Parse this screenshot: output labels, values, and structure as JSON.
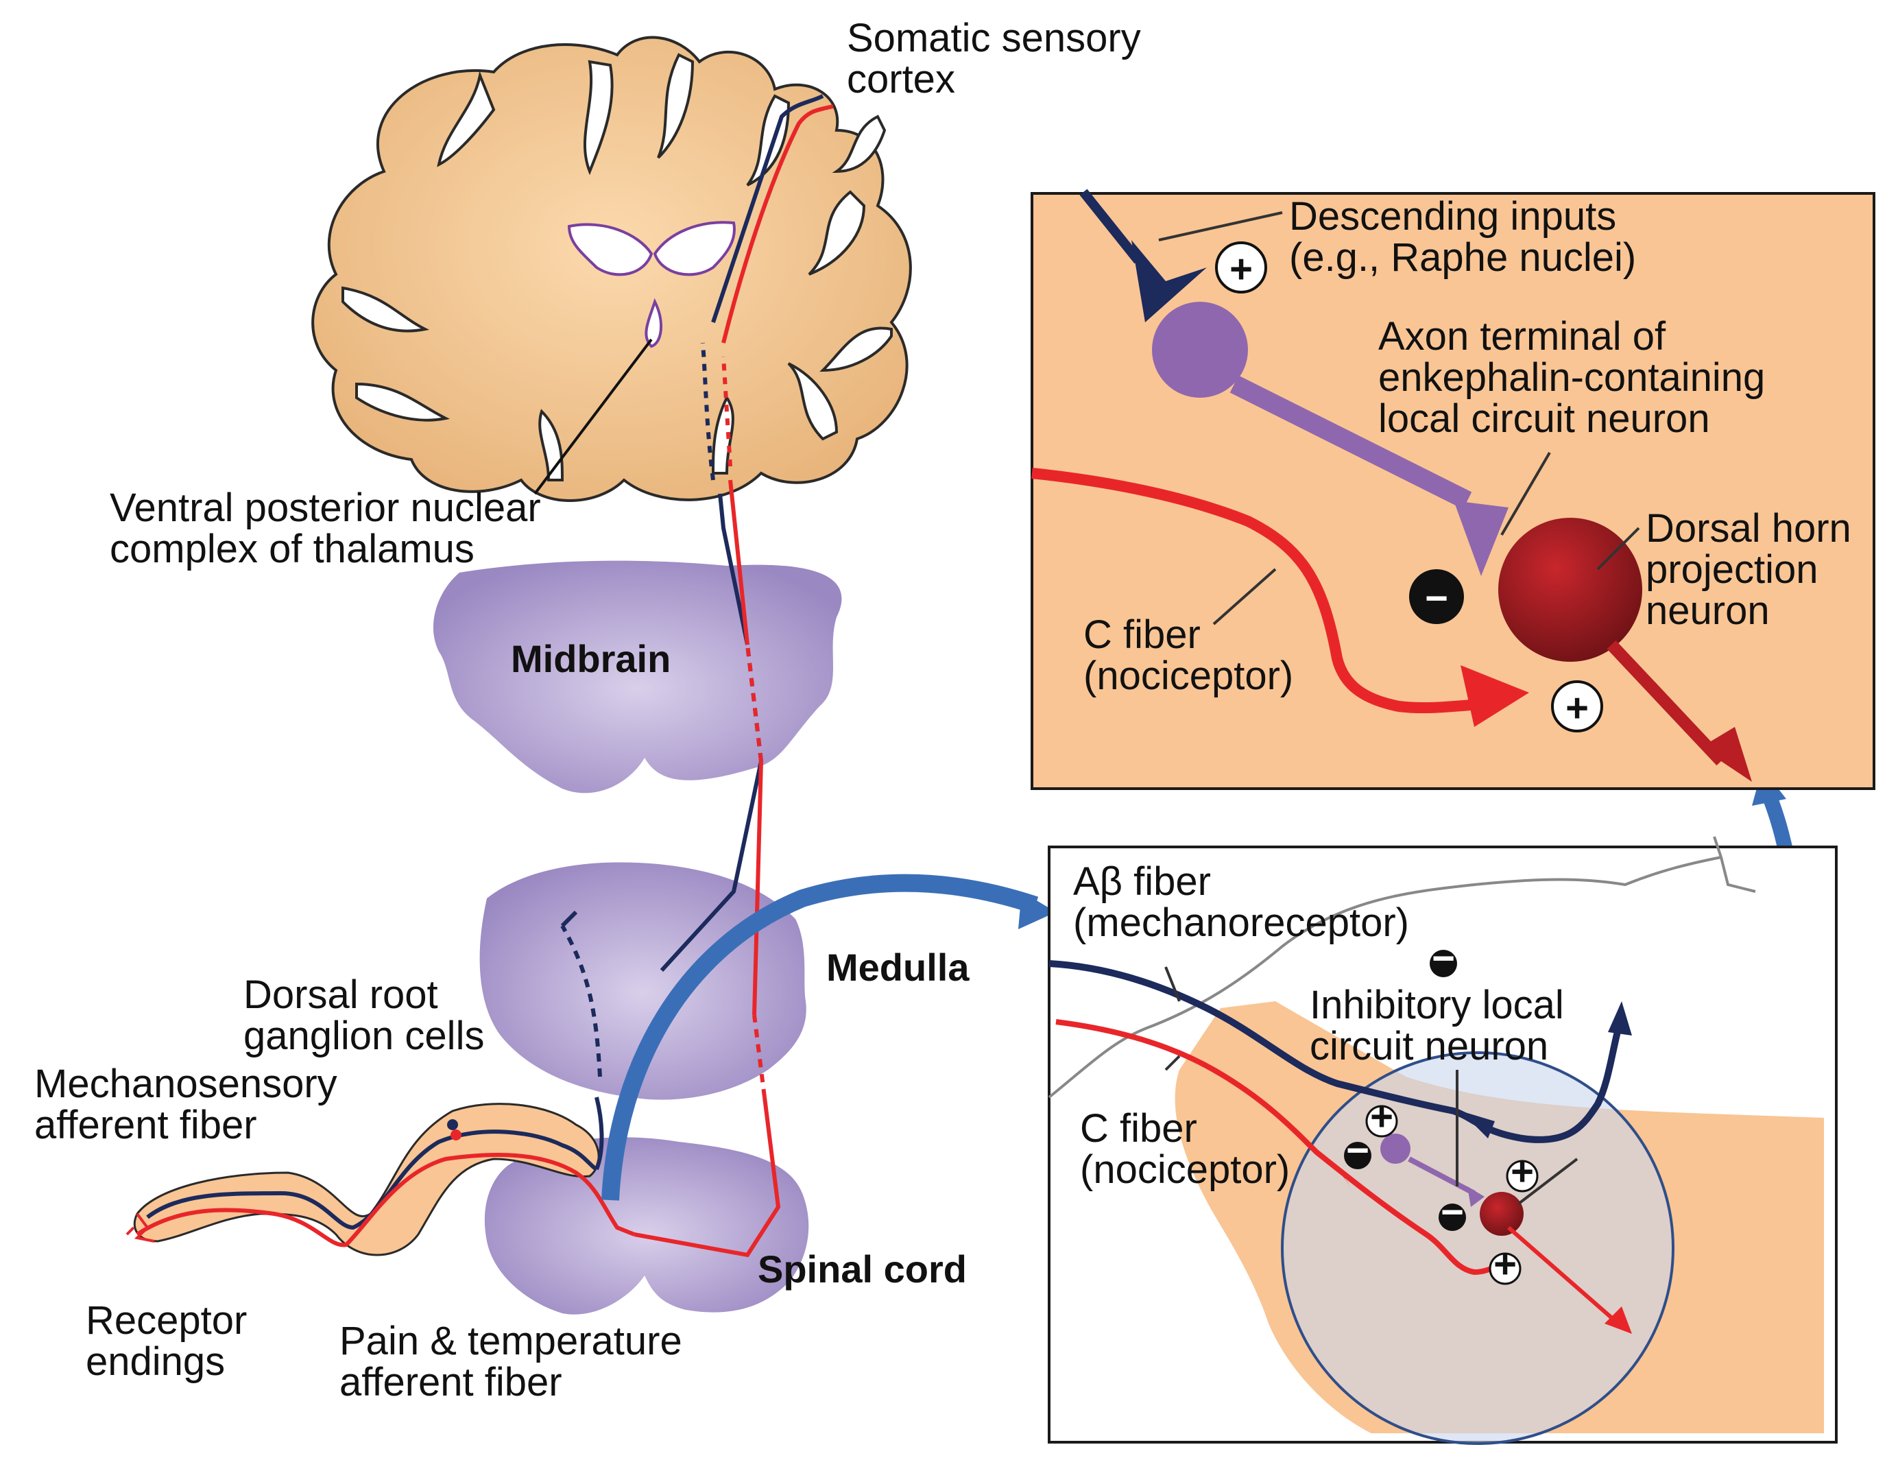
{
  "colors": {
    "cortex": "#f7cb95",
    "cortex_edge": "#2a2a2a",
    "brainstem": "#b3a5d2",
    "dorsal_column": "#1c2a5c",
    "pain_pathway": "#e8262a",
    "panel_bg": "#f9c594",
    "arrow_blue": "#3a6fb8",
    "enkephalin": "#8f67ae",
    "projection_neuron": "#9b1c21",
    "magnifier": "#c9d6ec"
  },
  "labels": {
    "somatic_cortex": [
      "Somatic sensory",
      "cortex"
    ],
    "vpn": [
      "Ventral posterior nuclear",
      "complex of thalamus"
    ],
    "midbrain": "Midbrain",
    "medulla": "Medulla",
    "spinal_cord": "Spinal cord",
    "drg": [
      "Dorsal root",
      "ganglion cells"
    ],
    "mechano_afferent": [
      "Mechanosensory",
      "afferent fiber"
    ],
    "receptor": [
      "Receptor",
      "endings"
    ],
    "pain_afferent": [
      "Pain & temperature",
      "afferent fiber"
    ]
  },
  "top_panel": {
    "descending": [
      "Descending inputs",
      "(e.g., Raphe nuclei)"
    ],
    "axon_terminal": [
      "Axon terminal of",
      "enkephalin-containing",
      "local circuit neuron"
    ],
    "dorsal_horn": [
      "Dorsal horn",
      "projection",
      "neuron"
    ],
    "c_fiber": [
      "C fiber",
      "(nociceptor)"
    ]
  },
  "bottom_panel": {
    "abeta": [
      "Aβ fiber",
      "(mechanoreceptor)"
    ],
    "inhibitory": [
      "Inhibitory local",
      "circuit neuron"
    ],
    "c_fiber": [
      "C fiber",
      "(nociceptor)"
    ]
  },
  "signs": {
    "plus": "+",
    "minus": "−"
  }
}
